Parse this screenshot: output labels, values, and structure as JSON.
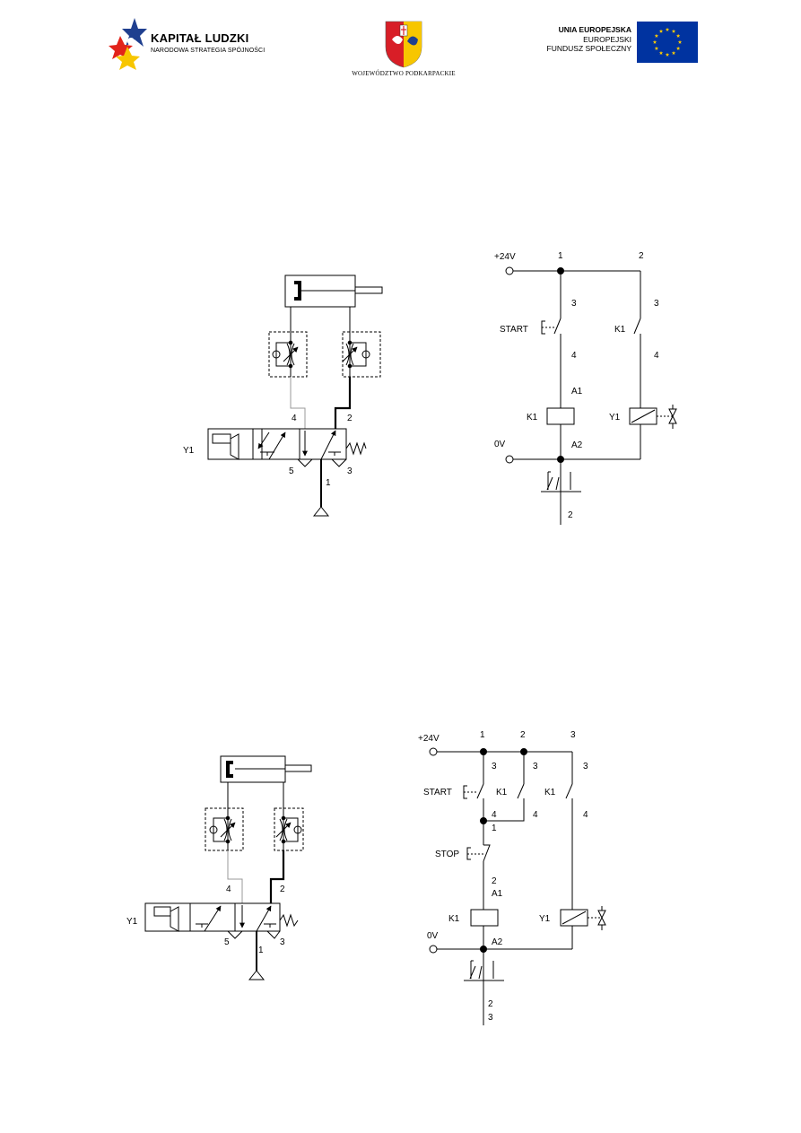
{
  "logos": {
    "kapital_ludzki": {
      "title": "KAPITAŁ LUDZKI",
      "subtitle": "NARODOWA STRATEGIA SPÓJNOŚCI"
    },
    "podkarpackie": {
      "caption": "WOJEWÓDZTWO PODKARPACKIE"
    },
    "eu": {
      "line1": "UNIA EUROPEJSKA",
      "line2": "EUROPEJSKI",
      "line3": "FUNDUSZ SPOŁECZNY"
    }
  },
  "colors": {
    "eu_blue": "#0033a0",
    "eu_star": "#ffcc00",
    "pk_red": "#d81e27",
    "pk_yellow": "#f7c600",
    "kl_blue": "#1f3f8f",
    "kl_red": "#e2231a"
  },
  "diagram1": {
    "pneumatic": {
      "solenoid": "Y1",
      "port_4": "4",
      "port_2": "2",
      "port_5": "5",
      "port_3": "3",
      "port_1": "1"
    },
    "electric": {
      "supply_plus": "+24V",
      "supply_zero": "0V",
      "path_1": "1",
      "path_2": "2",
      "start_top": "3",
      "start_bottom": "4",
      "start_label": "START",
      "k1_contact_label": "K1",
      "k1_top": "3",
      "k1_bottom": "4",
      "coil_a1": "A1",
      "coil_a2": "A2",
      "coil_k1": "K1",
      "coil_y1": "Y1",
      "relay_ref": "2"
    }
  },
  "diagram2": {
    "pneumatic": {
      "solenoid": "Y1",
      "port_4": "4",
      "port_2": "2",
      "port_5": "5",
      "port_3": "3",
      "port_1": "1"
    },
    "electric": {
      "supply_plus": "+24V",
      "supply_zero": "0V",
      "path_1": "1",
      "path_2": "2",
      "path_3": "3",
      "start_label": "START",
      "start_top": "3",
      "start_bottom": "4",
      "start_ref": "1",
      "k1a_label": "K1",
      "k1a_top": "3",
      "k1a_bottom": "4",
      "k1b_label": "K1",
      "k1b_top": "3",
      "k1b_bottom": "4",
      "stop_label": "STOP",
      "stop_bottom": "2",
      "coil_a1": "A1",
      "coil_a2": "A2",
      "coil_k1": "K1",
      "coil_y1": "Y1",
      "relay_ref_1": "2",
      "relay_ref_2": "3"
    }
  }
}
